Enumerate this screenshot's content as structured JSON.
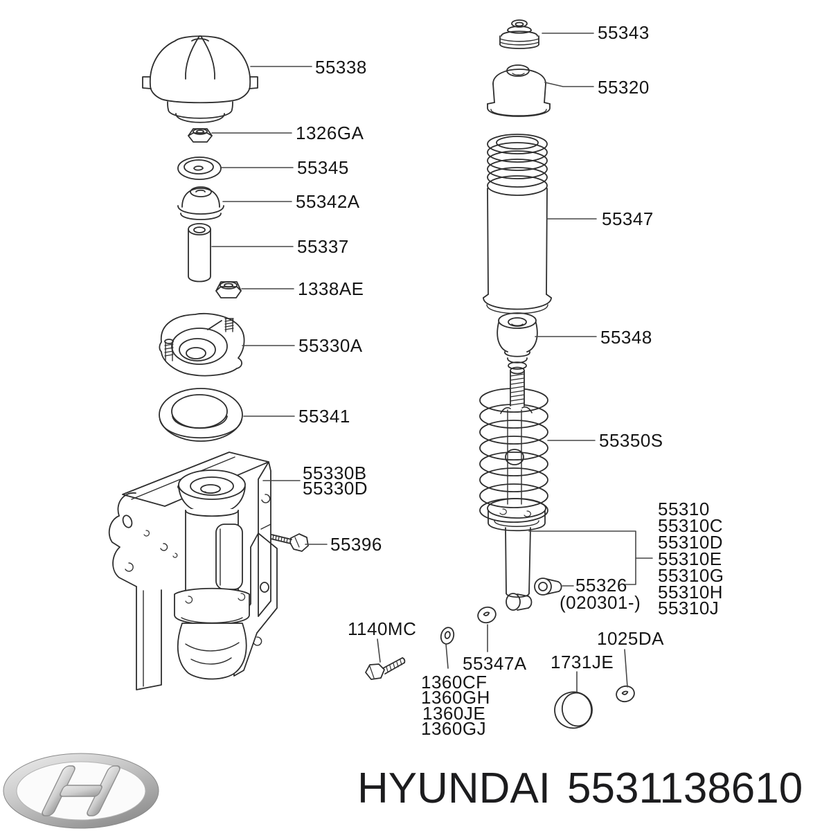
{
  "diagram": {
    "type": "exploded-parts-diagram",
    "subject": "front suspension strut and shock absorber",
    "labels": [
      {
        "part": "55338",
        "text": "55338"
      },
      {
        "part": "1326GA",
        "text": "1326GA"
      },
      {
        "part": "55345",
        "text": "55345"
      },
      {
        "part": "55342A",
        "text": "55342A"
      },
      {
        "part": "55337",
        "text": "55337"
      },
      {
        "part": "1338AE",
        "text": "1338AE"
      },
      {
        "part": "55330A",
        "text": "55330A"
      },
      {
        "part": "55341",
        "text": "55341"
      },
      {
        "part": "55330B",
        "text": "55330B"
      },
      {
        "part": "55330D",
        "text": "55330D"
      },
      {
        "part": "55396",
        "text": "55396"
      },
      {
        "part": "1140MC",
        "text": "1140MC"
      },
      {
        "part": "55343",
        "text": "55343"
      },
      {
        "part": "55320",
        "text": "55320"
      },
      {
        "part": "55347",
        "text": "55347"
      },
      {
        "part": "55348",
        "text": "55348"
      },
      {
        "part": "55350S",
        "text": "55350S"
      },
      {
        "part": "55310",
        "text": "55310"
      },
      {
        "part": "55310C",
        "text": "55310C"
      },
      {
        "part": "55310D",
        "text": "55310D"
      },
      {
        "part": "55310E",
        "text": "55310E"
      },
      {
        "part": "55310G",
        "text": "55310G"
      },
      {
        "part": "55310H",
        "text": "55310H"
      },
      {
        "part": "55310J",
        "text": "55310J"
      },
      {
        "part": "55326",
        "text": "55326"
      },
      {
        "part": "55326-note",
        "text": "(020301-)"
      },
      {
        "part": "1025DA",
        "text": "1025DA"
      },
      {
        "part": "1731JE",
        "text": "1731JE"
      },
      {
        "part": "55347A",
        "text": "55347A"
      },
      {
        "part": "1360CF",
        "text": "1360CF"
      },
      {
        "part": "1360GH",
        "text": "1360GH"
      },
      {
        "part": "1360JE",
        "text": "1360JE"
      },
      {
        "part": "1360GJ",
        "text": "1360GJ"
      }
    ]
  },
  "brand": {
    "name": "HYUNDAI",
    "part_number": "5531138610",
    "logo": "hyundai-h-oval-icon"
  },
  "colors": {
    "background": "#ffffff",
    "line_art": "#2e2e2e",
    "leader_line": "#474747",
    "label_text": "#161616",
    "brand_text": "#1c1c1e",
    "logo_silver": "#c9c9c9"
  }
}
